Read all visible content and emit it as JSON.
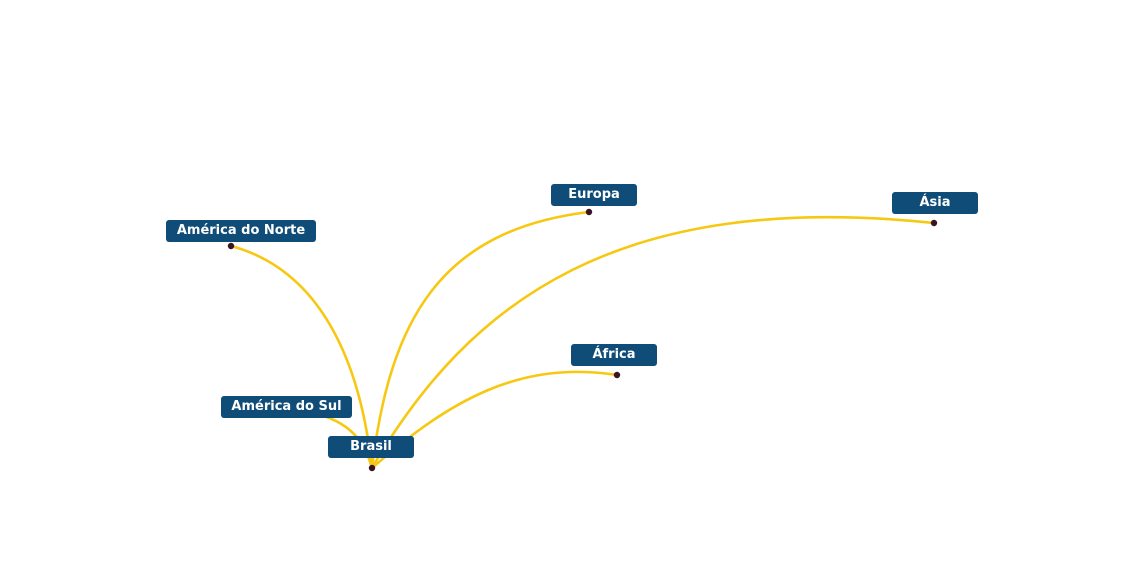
{
  "colors": {
    "route_line": "#F7C812",
    "label_background": "#0F4C78",
    "label_text": "#FFFFFF",
    "endpoint": "#3A1420",
    "background": "#FFFFFF"
  },
  "map": {
    "origin": {
      "label": "Brasil"
    },
    "destinations": [
      {
        "id": "america-do-norte",
        "label": "América do Norte"
      },
      {
        "id": "europa",
        "label": "Europa"
      },
      {
        "id": "asia",
        "label": "Ásia"
      },
      {
        "id": "africa",
        "label": "África"
      },
      {
        "id": "america-do-sul",
        "label": "América do Sul"
      }
    ]
  }
}
